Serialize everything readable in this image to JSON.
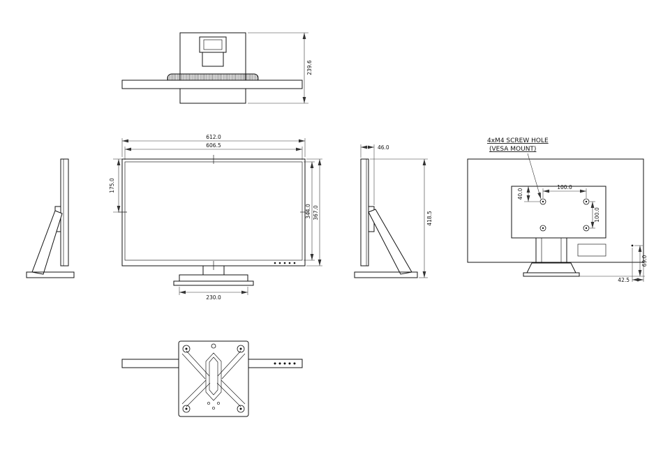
{
  "page": {
    "background": "#ffffff",
    "line_color": "#111111",
    "kind": "monitor-dimensional-drawing"
  },
  "annotation": {
    "line1": "4xM4 SCREW HOLE",
    "line2": "(VESA MOUNT)"
  },
  "dimensions": {
    "top_depth": "239.6",
    "front_width_outer": "612.0",
    "front_width_inner": "606.5",
    "front_top_to_center": "175.0",
    "front_screen_height": "344.0",
    "front_total_height": "367.0",
    "base_width": "230.0",
    "side_thickness": "46.0",
    "side_total_height": "418.5",
    "vesa_pitch_horizontal": "100.0",
    "vesa_top_offset": "40.0",
    "vesa_pitch_vertical": "100.0",
    "rear_mark_height": "69.0",
    "rear_mark_offset": "42.5"
  }
}
